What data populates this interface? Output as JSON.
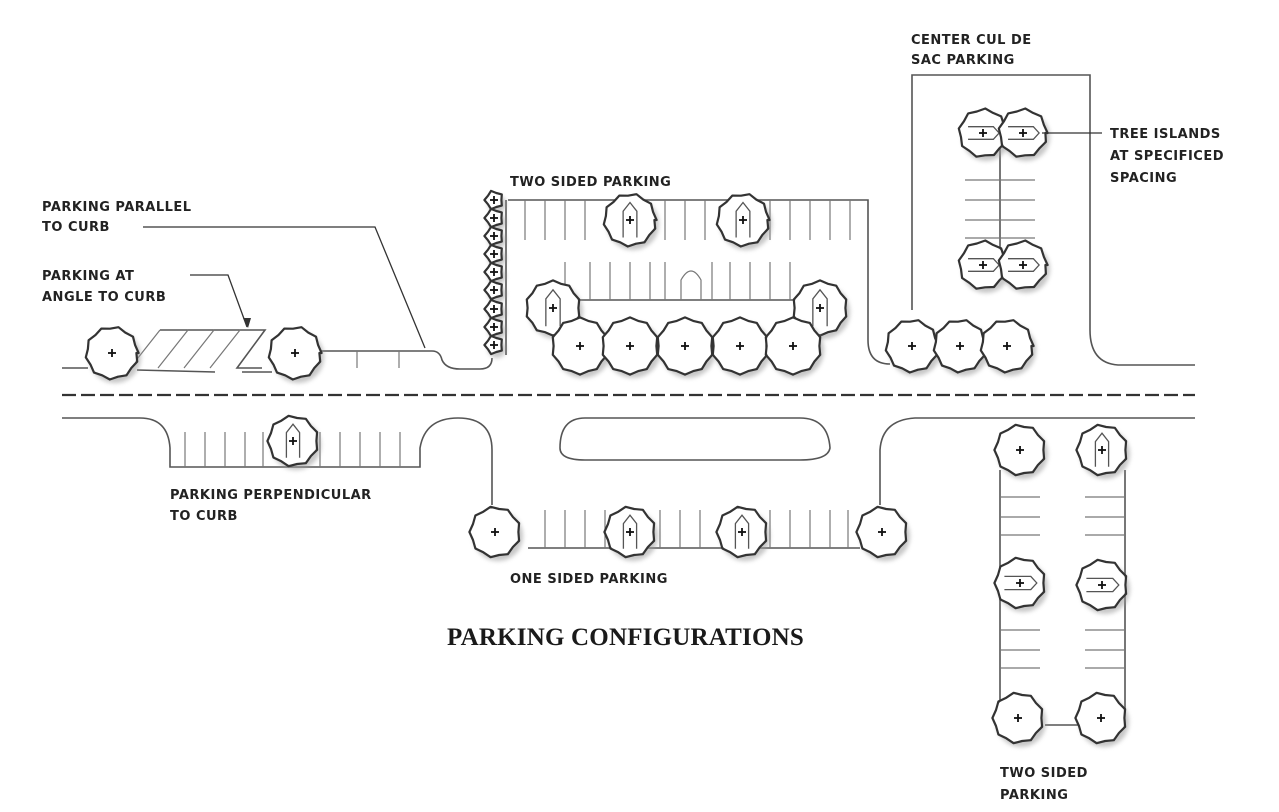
{
  "title": "PARKING CONFIGURATIONS",
  "labels": {
    "parallel": [
      "PARKING PARALLEL",
      "TO CURB"
    ],
    "angle": [
      "PARKING AT",
      "ANGLE TO CURB"
    ],
    "two_sided_top": "TWO SIDED PARKING",
    "cul_de_sac": [
      "CENTER CUL DE",
      "SAC PARKING"
    ],
    "tree_islands": [
      "TREE ISLANDS",
      "AT SPECIFICED",
      "SPACING"
    ],
    "perpendicular": [
      "PARKING PERPENDICULAR",
      "TO CURB"
    ],
    "one_sided": "ONE SIDED PARKING",
    "two_sided_right": [
      "TWO SIDED",
      "PARKING"
    ]
  },
  "colors": {
    "ink": "#222222",
    "curb": "#555555",
    "shadow": "#9a9a9a"
  }
}
